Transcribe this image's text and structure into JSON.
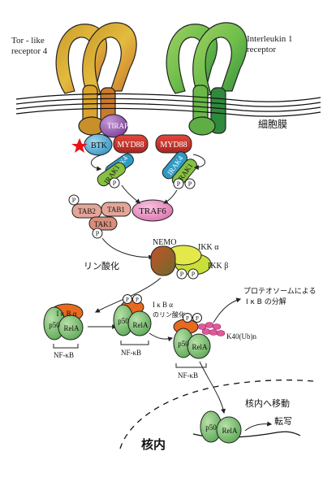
{
  "receptors": {
    "left_label_line1": "Tor - like",
    "left_label_line2": "receptor 4",
    "right_label_line1": "Interleukin 1",
    "right_label_line2": "receptor"
  },
  "membrane_label": "細胞膜",
  "proteins": {
    "tirap": "TIRAP",
    "btk": "BTK",
    "myd88_left": "MYD88",
    "myd88_right": "MYD88",
    "irak4_left": "IRAK4",
    "irak1_left": "IRAK1",
    "irak4_right": "IRAK4",
    "irak1_right": "IRAK1",
    "traf6": "TRAF6",
    "tab2": "TAB2",
    "tab1": "TAB1",
    "tak1": "TAK1",
    "nemo": "NEMO",
    "ikk_alpha": "IKK α",
    "ikk_beta": "IKK β",
    "p50": "p50",
    "rela": "RelA",
    "ikb": "I κ B α",
    "phospho": "P"
  },
  "labels": {
    "phosphorylation": "リン酸化",
    "nfkb": "NF-κB",
    "ikb_phospho_line1": "I κ B α",
    "ikb_phospho_line2": "のリン酸化",
    "proteasome_line1": "プロテオソームによる",
    "proteasome_line2": "I κ B の分解",
    "k48": "K40(Ub)n",
    "translocation": "核内へ移動",
    "transcription": "転写",
    "nucleus": "核内"
  },
  "colors": {
    "btk_star": "#e8141a",
    "myd88": "#c8312b",
    "irak4": "#2f9bc4",
    "irak1": "#86c142",
    "traf6": "#e886c0",
    "tab": "#e4a699",
    "nemo": "#9a5b2a",
    "ikk": "#c9df3a",
    "p50": "#6fbf6a",
    "ikb": "#e86a1e",
    "ubiquitin": "#e0579a"
  }
}
